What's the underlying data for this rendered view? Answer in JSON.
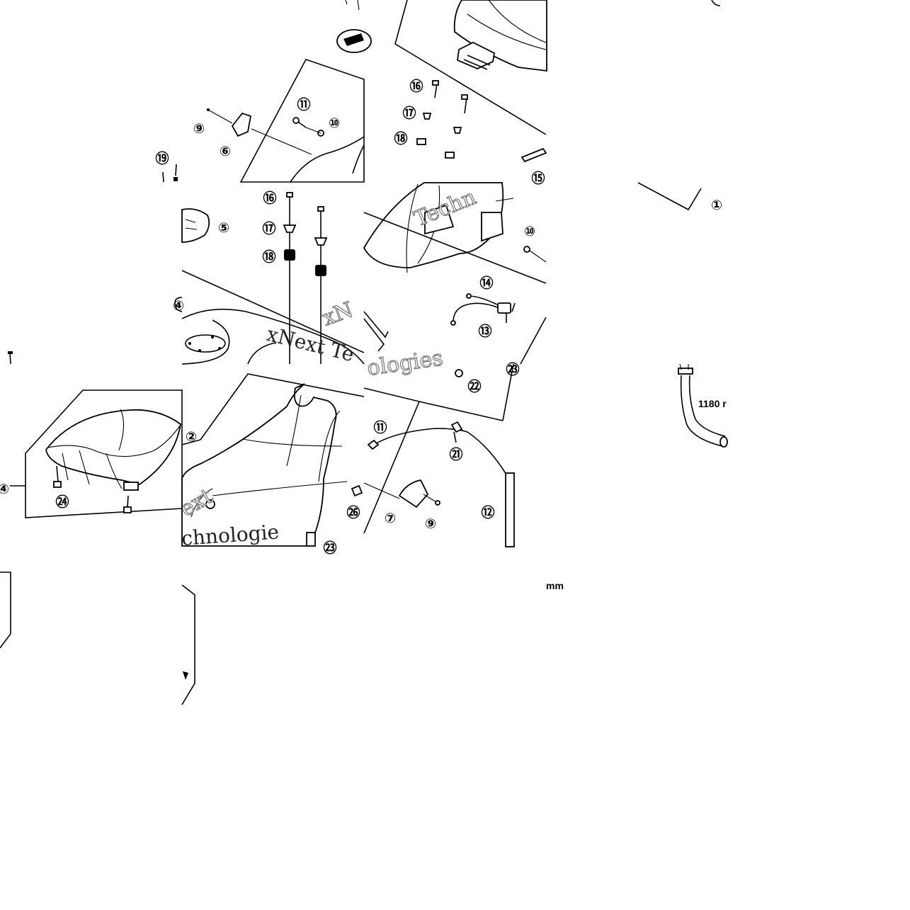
{
  "callouts": {
    "c1": "①",
    "c2": "②",
    "c4a": "④",
    "c4b": "④",
    "c5": "⑤",
    "c6": "⑥",
    "c7": "⑦",
    "c9a": "⑨",
    "c9b": "⑨",
    "c10a": "⑩",
    "c10b": "⑩",
    "c11a": "⑪",
    "c11b": "⑪",
    "c12": "⑫",
    "c13": "⑬",
    "c14": "⑭",
    "c15": "⑮",
    "c16a": "⑯",
    "c16b": "⑯",
    "c17a": "⑰",
    "c17b": "⑰",
    "c18a": "⑱",
    "c18b": "⑱",
    "c19": "⑲",
    "c21": "㉑",
    "c22": "㉒",
    "c23a": "㉓",
    "c23b": "㉓",
    "c24": "㉔",
    "c26": "㉖"
  },
  "labels": {
    "hose_length": "1180 r",
    "mm_unit": "mm"
  },
  "watermarks": {
    "w1": "Techn",
    "w2": "xNext Te",
    "w3": "ologies",
    "w4": "ext",
    "w5": "chnologie",
    "w6": "xN"
  },
  "colors": {
    "line": "#000000",
    "background": "#ffffff",
    "watermark": "#777777"
  }
}
